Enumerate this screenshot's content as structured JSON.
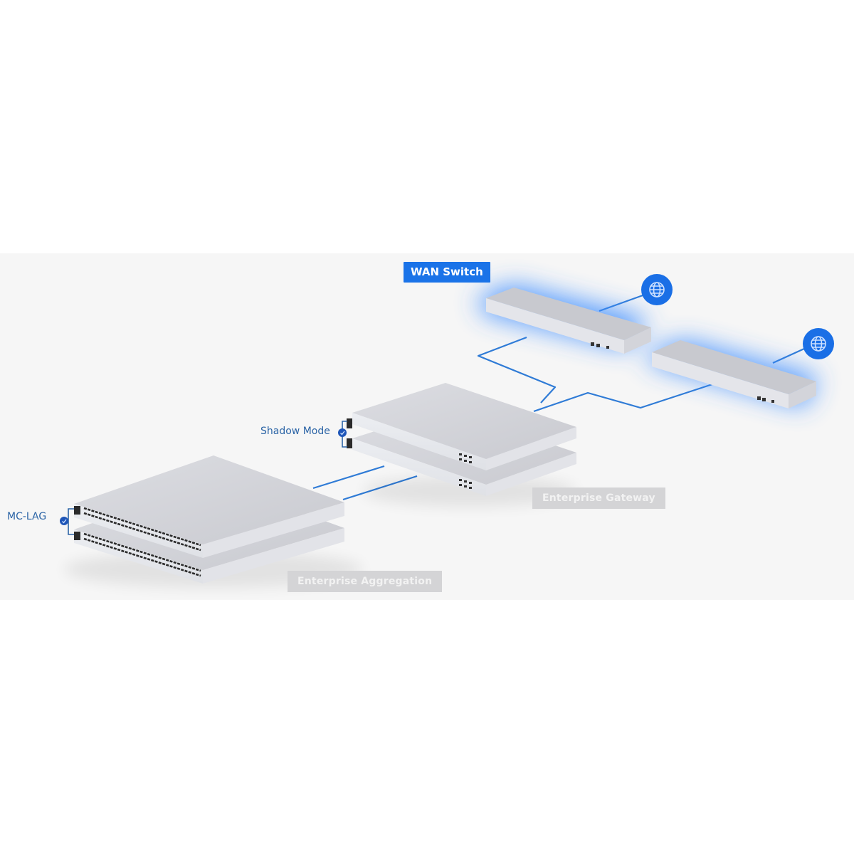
{
  "diagram": {
    "background_color": "#f6f6f6",
    "accent_color": "#1a73e8",
    "connector_color": "#2f7bd6",
    "wan_switch": {
      "label": "WAN Switch",
      "count": 2,
      "uplink_icon": "globe-icon"
    },
    "enterprise_gateway": {
      "label": "Enterprise Gateway",
      "count": 2,
      "pairing_label": "Shadow Mode",
      "pairing_icon": "link-check-icon"
    },
    "enterprise_aggregation": {
      "label": "Enterprise Aggregation",
      "count": 2,
      "pairing_label": "MC-LAG",
      "pairing_icon": "link-check-icon"
    }
  }
}
